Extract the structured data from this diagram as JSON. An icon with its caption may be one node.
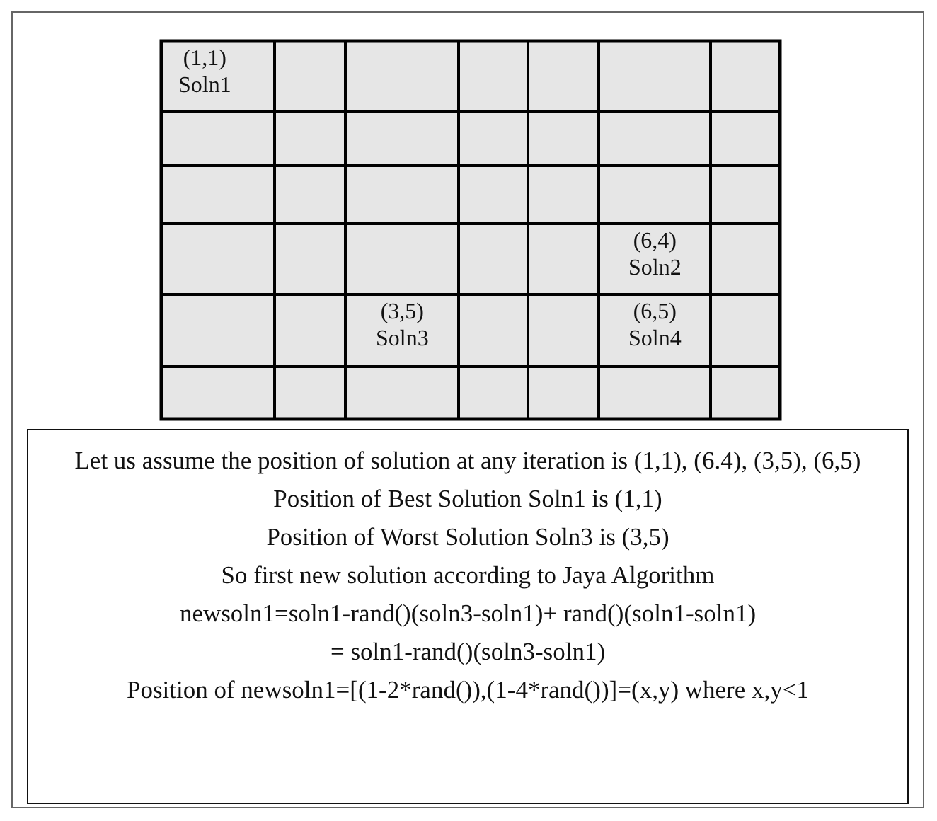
{
  "diagram": {
    "nodes": [
      {
        "text": [
          "Let us assume the position of solution at any iteration is (1,1), (6.4), (3,5), (6,5)",
          "Position of Best Solution Soln1 is (1,1)",
          "Position of Worst Solution Soln3 is (3,5)",
          "So first new solution according to Jaya Algorithm",
          "newsoln1=soln1-rand()(soln3-soln1)+ rand()(soln1-soln1)",
          "= soln1-rand()(soln3-soln1)",
          "Position of newsoln1=[(1-2*rand()),(1-4*rand())]=(x,y) where x,y<1"
        ]
      }
    ],
    "labels": [
      "(1,1) Soln1",
      "(6,4) Soln2",
      "(3,5) Soln3",
      "(6,5) Soln4"
    ]
  }
}
